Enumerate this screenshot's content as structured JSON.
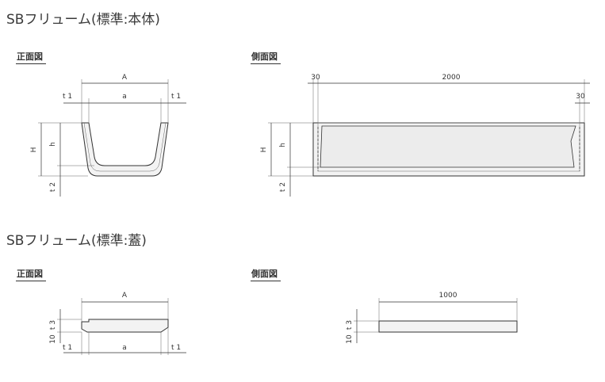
{
  "section_body": {
    "title": "SBフリューム(標準:本体)",
    "front_view_label": "正面図",
    "side_view_label": "側面図",
    "front_dims": {
      "A": "A",
      "a": "a",
      "t1_left": "t 1",
      "t1_right": "t 1",
      "H": "H",
      "h": "h",
      "t2": "t 2"
    },
    "side_dims": {
      "left_30": "30",
      "length": "2000",
      "right_30": "30",
      "H": "H",
      "h": "h",
      "t2": "t 2"
    }
  },
  "section_lid": {
    "title": "SBフリューム(標準:蓋)",
    "front_view_label": "正面図",
    "side_view_label": "側面図",
    "front_dims": {
      "A": "A",
      "a": "a",
      "t1_left": "t 1",
      "t1_right": "t 1",
      "t3": "t 3",
      "ten": "10"
    },
    "side_dims": {
      "length": "1000",
      "t3": "t 3",
      "ten": "10"
    }
  }
}
